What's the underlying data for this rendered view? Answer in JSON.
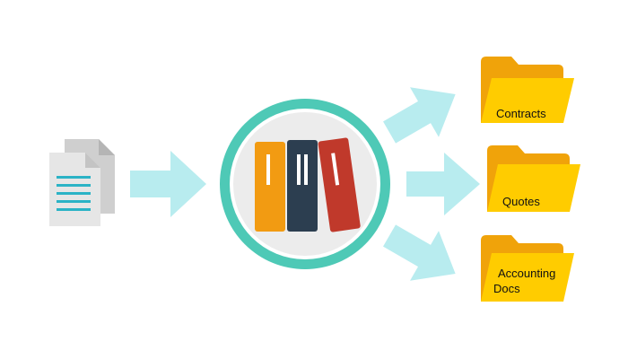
{
  "folders": [
    {
      "label_lines": [
        "Contracts"
      ]
    },
    {
      "label_lines": [
        "Quotes"
      ]
    },
    {
      "label_lines": [
        "Accounting",
        "Docs"
      ]
    }
  ],
  "colors": {
    "arrow": "#b8ecef",
    "ring": "#4ec9b6",
    "ring_inner": "#e9e9e9",
    "binder_orange": "#f29b12",
    "binder_navy": "#2c3e50",
    "binder_red": "#c0392b",
    "folder_back": "#f0a30a",
    "folder_front": "#ffcc00",
    "doc_front": "#e6e6e6",
    "doc_back": "#cfcfcf",
    "doc_lines": "#2bb3c6"
  },
  "icons": [
    "documents-icon",
    "binders-icon",
    "folder-icon"
  ]
}
